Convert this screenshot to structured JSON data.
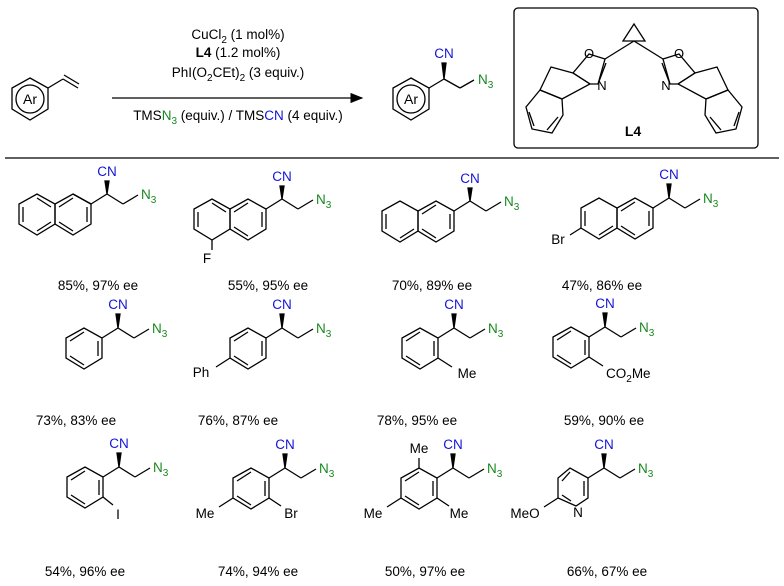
{
  "colors": {
    "ink": "#000000",
    "cn": "#1414d8",
    "azide": "#16891f"
  },
  "scheme": {
    "reactant_label": "Ar",
    "product_aryl_label": "Ar",
    "cond1": "CuCl",
    "cond1_sub": "2",
    "cond1_tail": " (1 mol%)",
    "cond2_bold": "L4",
    "cond2_tail": " (1.2 mol%)",
    "cond3_a": "PhI(O",
    "cond3_sub1": "2",
    "cond3_b": "CEt)",
    "cond3_sub2": "2",
    "cond3_c": " (3 equiv.)",
    "cond4_a": "TMS",
    "cond4_n3": "N",
    "cond4_n3_sub": "3",
    "cond4_b": " (equiv.) / TMS",
    "cond4_cn": "CN",
    "cond4_c": " (4 equiv.)",
    "cn": "CN",
    "n3": "N",
    "n3_sub": "3",
    "ligand_label": "L4",
    "ligand_o": "O",
    "ligand_n": "N"
  },
  "substrates": [
    {
      "yield_ee": "85%, 97% ee"
    },
    {
      "yield_ee": "55%, 95% ee",
      "sub_label": "F"
    },
    {
      "yield_ee": "70%, 89% ee"
    },
    {
      "yield_ee": "47%, 86% ee",
      "sub_label": "Br"
    },
    {
      "yield_ee": "73%, 83% ee"
    },
    {
      "yield_ee": "76%, 87% ee",
      "sub_label": "Ph"
    },
    {
      "yield_ee": "78%, 95% ee",
      "sub_label": "Me"
    },
    {
      "yield_ee": "59%, 90% ee",
      "sub_a": "CO",
      "sub_sub": "2",
      "sub_b": "Me"
    },
    {
      "yield_ee": "54%, 96% ee",
      "sub_label": "I"
    },
    {
      "yield_ee": "74%, 94% ee",
      "sub_label": "Br",
      "sub_label2": "Me"
    },
    {
      "yield_ee": "50%, 97% ee",
      "sub_label": "Me",
      "sub_label2": "Me",
      "sub_label3": "Me"
    },
    {
      "yield_ee": "66%, 67% ee",
      "sub_label": "MeO",
      "sub_label2": "N"
    }
  ]
}
